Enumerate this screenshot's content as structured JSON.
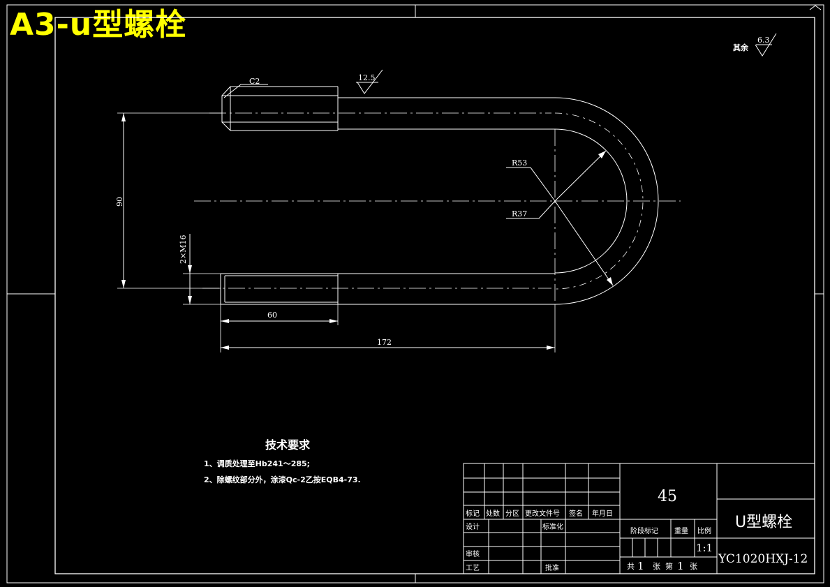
{
  "stamp": "A3-u型螺栓",
  "roughness_other": "其余",
  "roughness_other_value": "6.3",
  "roughness_value": "12.5",
  "chamfer": "C2",
  "radius_outer": "R53",
  "radius_inner": "R37",
  "dim_height": "90",
  "dim_thread": "2×M16",
  "dim_thread_len": "60",
  "dim_total_len": "172",
  "tech": {
    "title": "技术要求",
    "items": [
      "1、调质处理至Hb241～285;",
      "2、除螺纹部分外，涂漆Qc-2乙按EQB4-73."
    ]
  },
  "titleblock": {
    "material": "45",
    "part_name": "U型螺栓",
    "drawing_no": "YC1020HXJ-12",
    "scale_value": "1:1",
    "rev_headers": [
      "标记",
      "处数",
      "分区",
      "更改文件号",
      "签名",
      "年月日"
    ],
    "design": "设计",
    "standardize": "标准化",
    "review": "审核",
    "process": "工艺",
    "approve": "批准",
    "stage_mark": "阶段标记",
    "weight": "重量",
    "scale": "比例",
    "sheets_total_label": "共",
    "sheets_total": "1",
    "sheets_unit": "张",
    "sheet_no_label": "第",
    "sheet_no": "1",
    "sheet_unit": "张"
  }
}
